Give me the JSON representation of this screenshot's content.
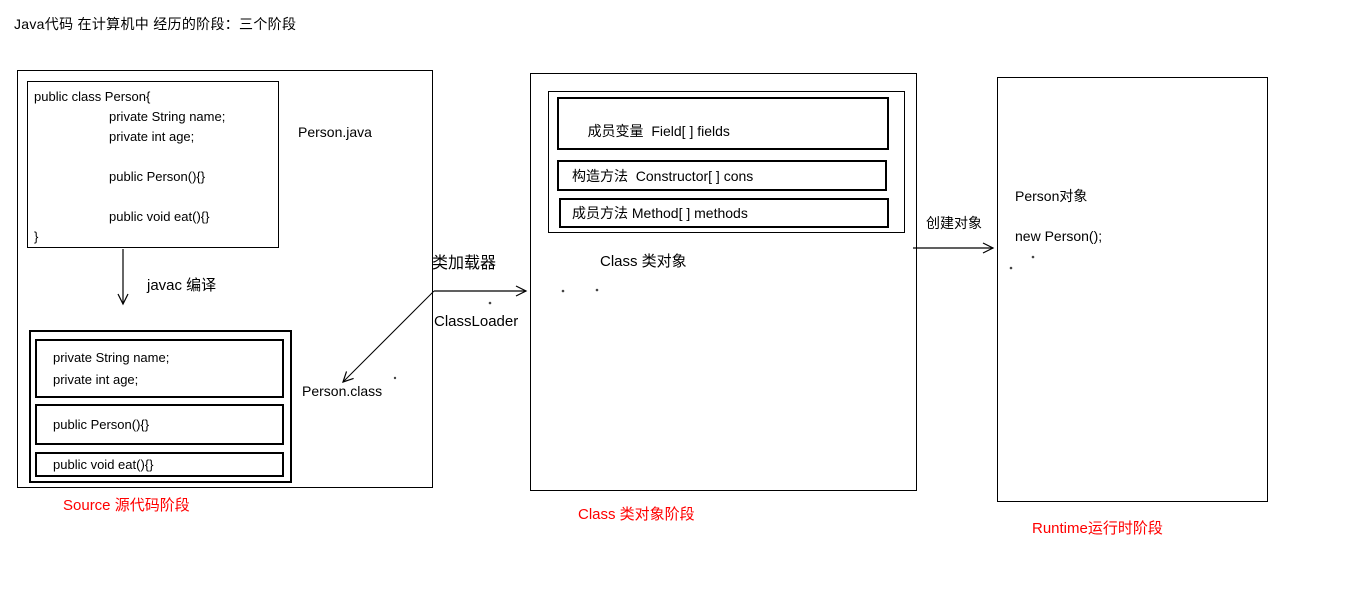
{
  "title": "Java代码 在计算机中 经历的阶段：三个阶段",
  "source_stage": {
    "code_lines": [
      "public class Person{",
      "private String name;",
      "private int age;",
      "",
      "public Person(){}",
      "",
      "public void eat(){}",
      "}"
    ],
    "file_label": "Person.java",
    "compile_label": "javac 编译",
    "class_file_label": "Person.class",
    "bytecode": {
      "field_lines": [
        "private String name;",
        "private int age;"
      ],
      "constructor_line": "public Person(){}",
      "method_line": "public void eat(){}"
    },
    "stage_label": "Source 源代码阶段"
  },
  "class_loader": {
    "label_cn": "类加载器",
    "label_en": "ClassLoader"
  },
  "class_stage": {
    "members": [
      "成员变量  Field[ ] fields",
      "构造方法  Constructor[ ] cons",
      "成员方法 Method[ ] methods"
    ],
    "object_title": "Class 类对象",
    "stage_label": "Class 类对象阶段"
  },
  "create_arrow_label": "创建对象",
  "runtime_stage": {
    "object_label": "Person对象",
    "statement": "new Person();",
    "stage_label": "Runtime运行时阶段"
  },
  "colors": {
    "stage_label_red": "#ff0000",
    "line_black": "#000000"
  }
}
